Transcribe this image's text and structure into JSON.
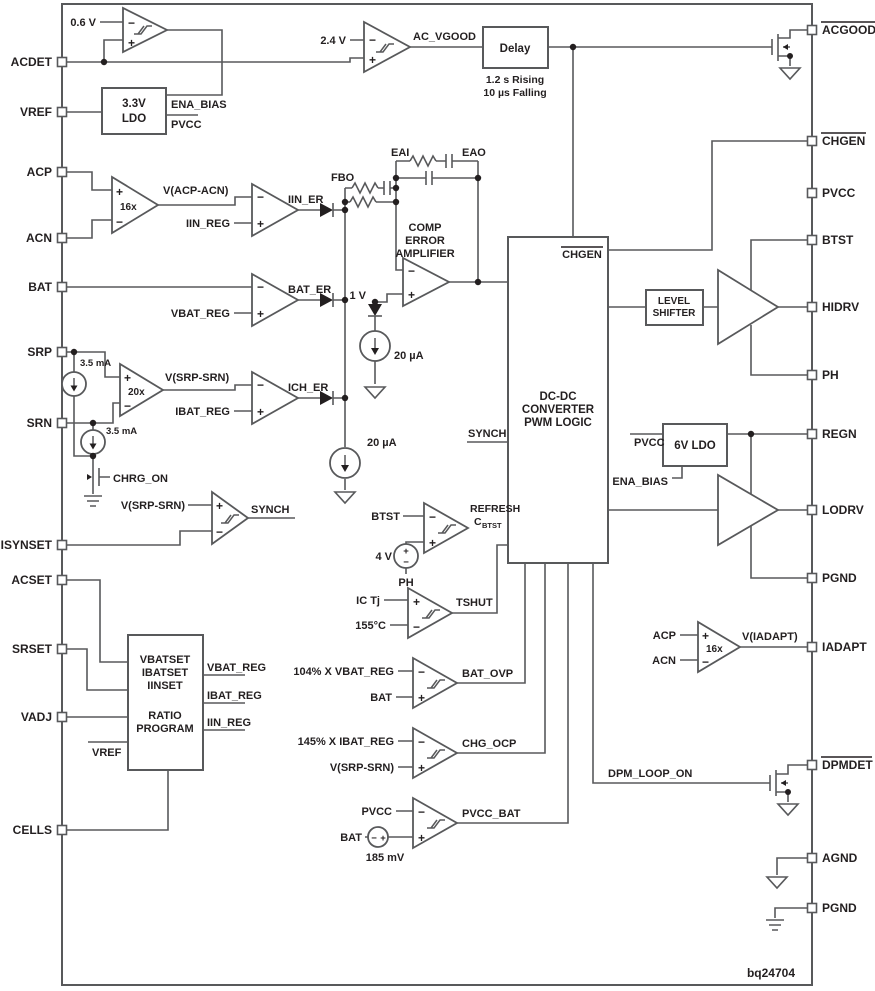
{
  "part_number": "bq24704",
  "pins": {
    "left": [
      {
        "label": "ACDET"
      },
      {
        "label": "VREF"
      },
      {
        "label": "ACP"
      },
      {
        "label": "ACN"
      },
      {
        "label": "BAT"
      },
      {
        "label": "SRP"
      },
      {
        "label": "SRN"
      },
      {
        "label": "ISYNSET"
      },
      {
        "label": "ACSET"
      },
      {
        "label": "SRSET"
      },
      {
        "label": "VADJ"
      },
      {
        "label": "CELLS"
      }
    ],
    "right": [
      {
        "label": "ACGOOD",
        "overline": true
      },
      {
        "label": "CHGEN",
        "overline": true
      },
      {
        "label": "PVCC",
        "overline": false
      },
      {
        "label": "BTST",
        "overline": false
      },
      {
        "label": "HIDRV",
        "overline": false
      },
      {
        "label": "PH",
        "overline": false
      },
      {
        "label": "REGN",
        "overline": false
      },
      {
        "label": "LODRV",
        "overline": false
      },
      {
        "label": "PGND",
        "overline": false
      },
      {
        "label": "IADAPT",
        "overline": false
      },
      {
        "label": "DPMDET",
        "overline": true
      },
      {
        "label": "AGND",
        "overline": false
      },
      {
        "label": "PGND",
        "overline": false
      }
    ]
  },
  "blocks": {
    "ldo33": {
      "line1": "3.3V",
      "line2": "LDO"
    },
    "delay": {
      "title": "Delay",
      "note1": "1.2 s Rising",
      "note2": "10 µs Falling"
    },
    "dcdc": {
      "line1": "DC-DC",
      "line2": "CONVERTER",
      "line3": "PWM LOGIC",
      "chgen_input": "CHGEN",
      "synch_input": "SYNCH"
    },
    "level_shifter": {
      "line1": "LEVEL",
      "line2": "SHIFTER"
    },
    "ldo6": {
      "title": "6V LDO"
    },
    "ratio": {
      "line1": "VBATSET",
      "line2": "IBATSET",
      "line3": "IINSET",
      "line4": "RATIO",
      "line5": "PROGRAM",
      "out1": "VBAT_REG",
      "out2": "IBAT_REG",
      "out3": "IIN_REG",
      "vref_input": "VREF"
    }
  },
  "labels": {
    "v06": "0.6 V",
    "v24": "2.4 V",
    "ac_vgood": "AC_VGOOD",
    "ena_bias": "ENA_BIAS",
    "pvcc": "PVCC",
    "gain16": "16x",
    "gain20": "20x",
    "v_acp_acn": "V(ACP-ACN)",
    "iin_reg": "IIN_REG",
    "iin_er": "IIN_ER",
    "fbo": "FBO",
    "eai": "EAI",
    "eao": "EAO",
    "comp_l1": "COMP",
    "comp_l2": "ERROR",
    "comp_l3": "AMPLIFIER",
    "vbat_reg": "VBAT_REG",
    "bat_er": "BAT_ER",
    "v1": "1 V",
    "i20ua": "20 µA",
    "v_srp_srn": "V(SRP-SRN)",
    "ibat_reg": "IBAT_REG",
    "ich_er": "ICH_ER",
    "i35ma": "3.5 mA",
    "chrg_on": "CHRG_ON",
    "synch": "SYNCH",
    "refresh": "REFRESH",
    "c_btst_c": "C",
    "c_btst_sub": "BTST",
    "btst": "BTST",
    "v4": "4 V",
    "ph": "PH",
    "ic_tj": "IC Tj",
    "t155": "155°C",
    "tshut": "TSHUT",
    "pct104": "104% X VBAT_REG",
    "bat": "BAT",
    "bat_ovp": "BAT_OVP",
    "pct145": "145% X IBAT_REG",
    "chg_ocp": "CHG_OCP",
    "pvcc_bat": "PVCC_BAT",
    "mv185": "185 mV",
    "dpm_loop_on": "DPM_LOOP_ON",
    "acp": "ACP",
    "acn": "ACN",
    "v_iadapt": "V(IADAPT)",
    "vref": "VREF"
  },
  "glyphs": {
    "plus": "+",
    "minus": "−"
  },
  "colors": {
    "wire": "#58595B",
    "text": "#231F20"
  }
}
